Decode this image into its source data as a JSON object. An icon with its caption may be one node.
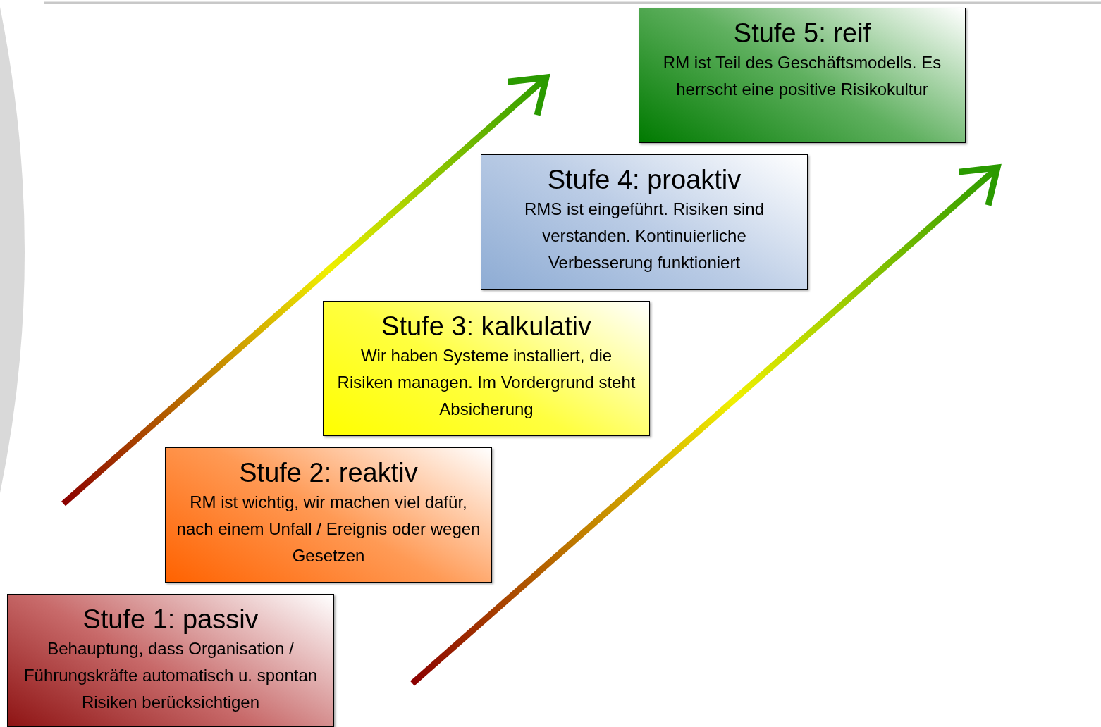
{
  "diagram": {
    "nodes": [
      {
        "text": [
          "Stufe 1: passiv",
          "Behauptung, dass Organisation / Führungskräfte automatisch u. spontan Risiken berücksichtigen"
        ]
      },
      {
        "text": [
          "Stufe 2: reaktiv",
          "RM ist wichtig, wir machen viel dafür, nach einem Unfall / Ereignis oder wegen Gesetzen"
        ]
      },
      {
        "text": [
          "Stufe 3: kalkulativ",
          "Wir haben Systeme installiert, die Risiken managen. Im Vordergrund steht Absicherung"
        ]
      },
      {
        "text": [
          "Stufe 4: proaktiv",
          "RMS ist eingeführt. Risiken sind verstanden. Kontinuierliche Verbesserung funktioniert"
        ]
      },
      {
        "text": [
          "Stufe 5: reif",
          "RM ist Teil des Geschäftsmodells. Es herrscht eine positive Risikokultur"
        ]
      }
    ]
  }
}
